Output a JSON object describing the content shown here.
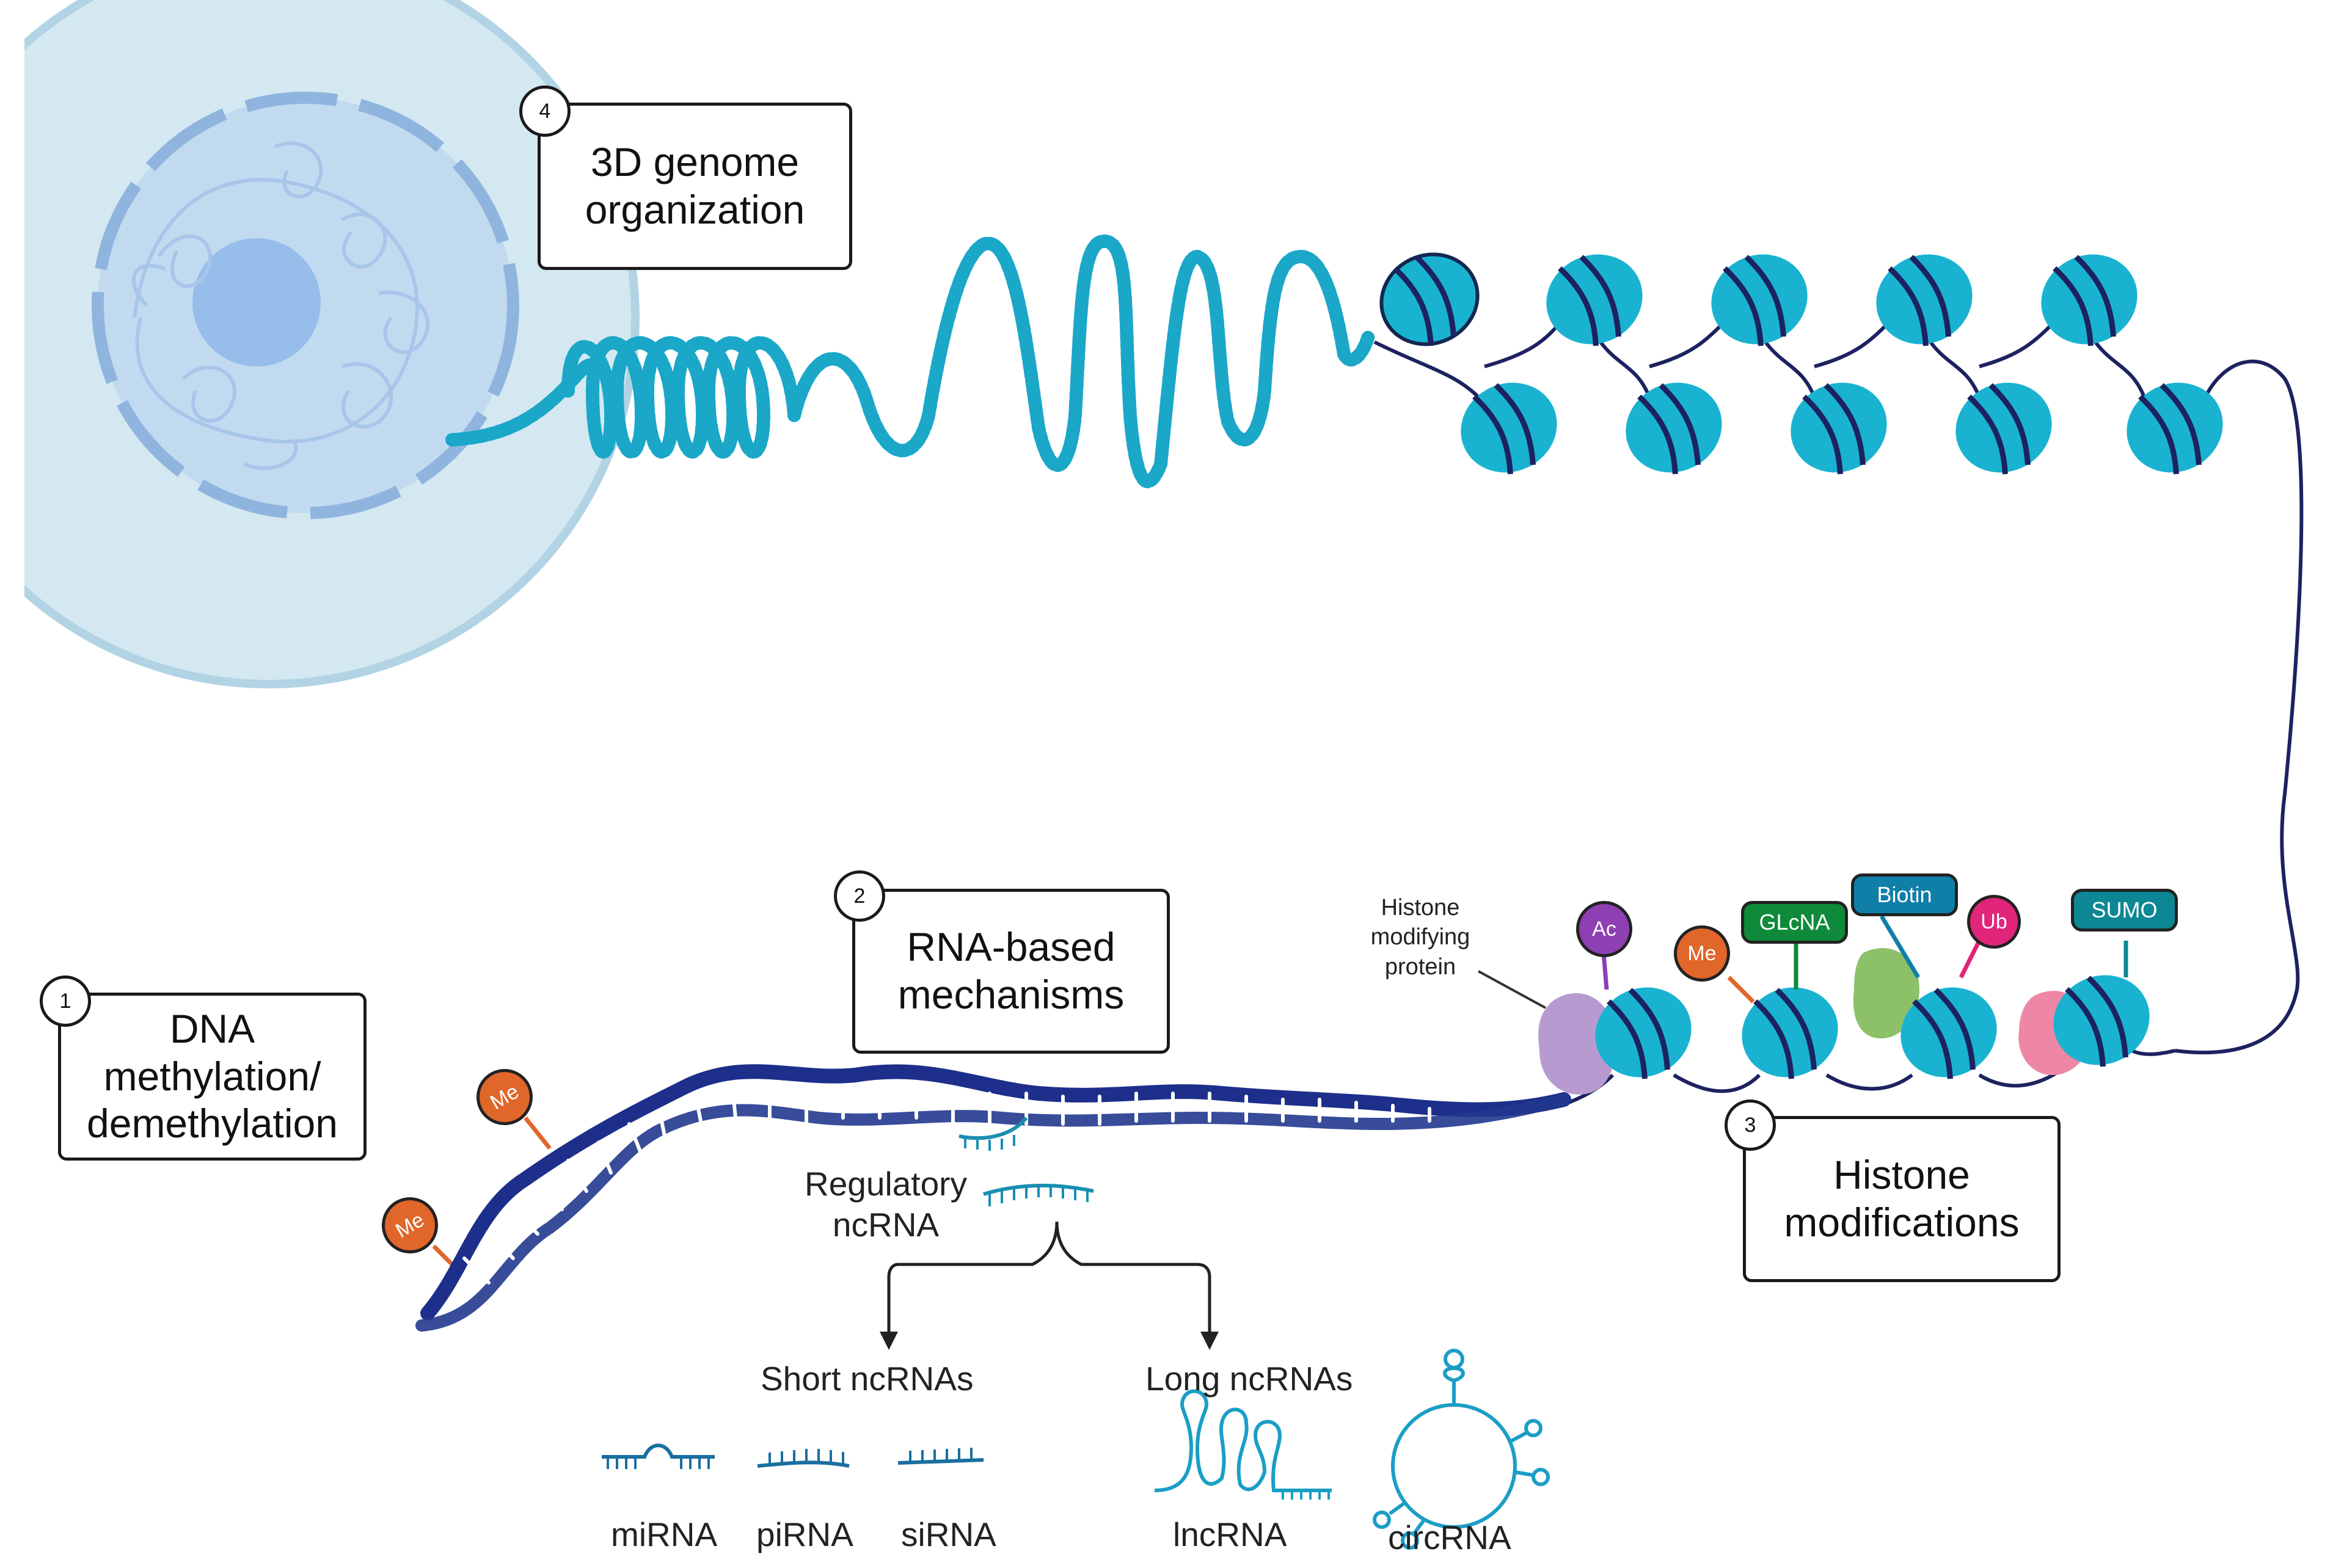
{
  "boxes": {
    "dna_methylation": {
      "number": "1",
      "text": "DNA\nmethylation/\ndemethylation"
    },
    "rna_based": {
      "number": "2",
      "text": "RNA-based\nmechanisms"
    },
    "histone_mod": {
      "number": "3",
      "text": "Histone\nmodifications"
    },
    "genome_3d": {
      "number": "4",
      "text": "3D genome\norganization"
    }
  },
  "labels": {
    "regulatory_ncrna": "Regulatory\nncRNA",
    "short_ncrnas": "Short ncRNAs",
    "long_ncrnas": "Long ncRNAs",
    "mirna": "miRNA",
    "pirna": "piRNA",
    "sirna": "siRNA",
    "lncrna": "lncRNA",
    "circrna": "circRNA",
    "histone_modifying_protein": "Histone\nmodifying\nprotein"
  },
  "tags": {
    "me": "Me",
    "ac": "Ac",
    "glcna": "GLcNA",
    "biotin": "Biotin",
    "ub": "Ub",
    "sumo": "SUMO"
  },
  "colors": {
    "nucleosome": "#19b3d1",
    "dna_dark": "#1d2f6e",
    "chromatin_fiber": "#1aa7c8",
    "methyl": "#e0662a",
    "acetyl": "#8e3fb3",
    "glcna": "#0e8a3a",
    "biotin": "#0f7fa8",
    "ubiquitin": "#e0257a",
    "sumo": "#0e8794",
    "cell": "#cfe6f0",
    "nucleus": "#a9c8ea"
  }
}
